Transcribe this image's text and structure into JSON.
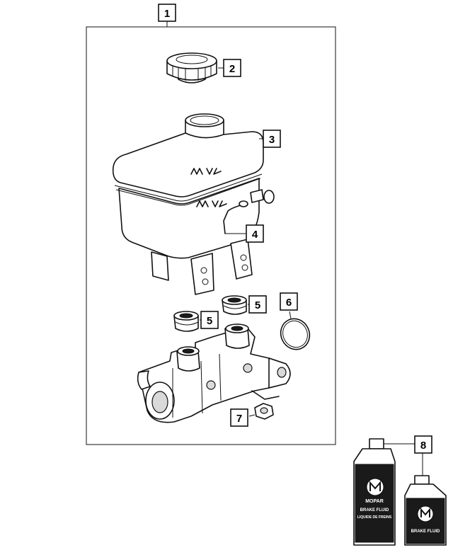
{
  "callouts": [
    {
      "number": "1"
    },
    {
      "number": "2"
    },
    {
      "number": "3"
    },
    {
      "number": "4"
    },
    {
      "number": "5"
    },
    {
      "number": "5"
    },
    {
      "number": "6"
    },
    {
      "number": "7"
    },
    {
      "number": "8"
    }
  ],
  "bottle": {
    "brand": "MOPAR",
    "product": "BRAKE FLUID",
    "product_fr": "LIQUIDE DE FREINS"
  },
  "colors": {
    "ink": "#111111",
    "background": "#ffffff",
    "shade": "#d9d9d9"
  }
}
